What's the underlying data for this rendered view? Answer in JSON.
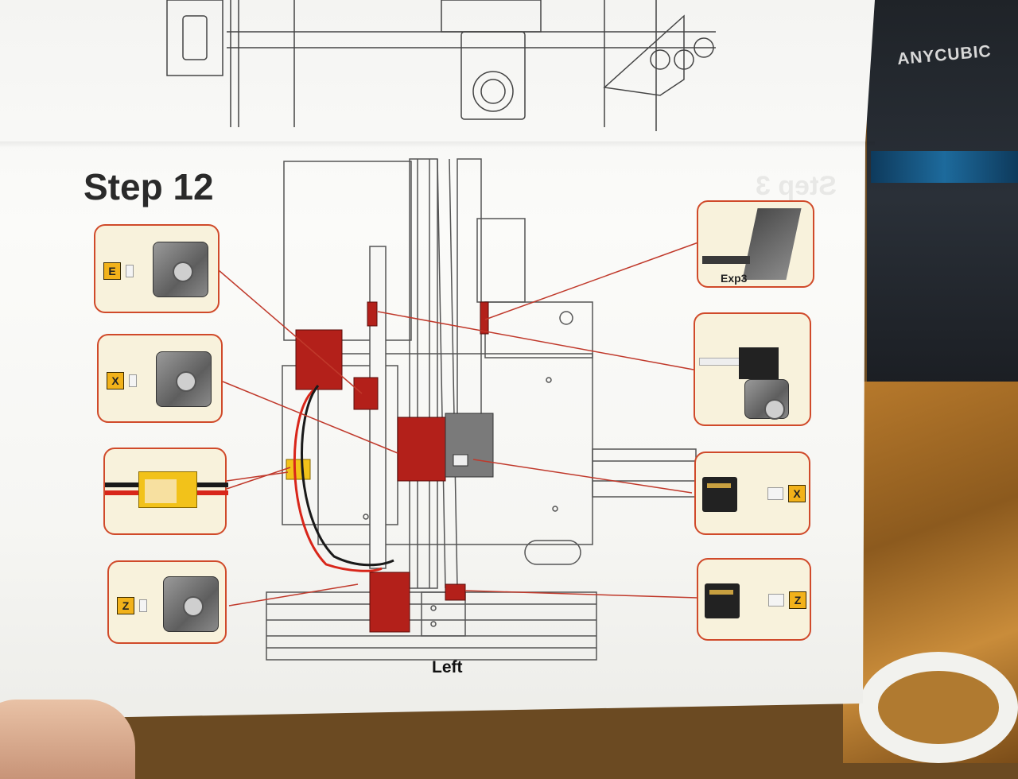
{
  "background": {
    "brand_text": "ANYCUBIC"
  },
  "manual": {
    "step_title": "Step 12",
    "view_label": "Left",
    "left_panels": [
      {
        "tag": "E",
        "part": "extruder-motor"
      },
      {
        "tag": "X",
        "part": "x-axis-motor"
      },
      {
        "tag": "",
        "part": "xt60-power-connector"
      },
      {
        "tag": "Z",
        "part": "z-axis-motor"
      }
    ],
    "right_panels": [
      {
        "caption": "Exp3",
        "part": "display-ribbon-cable"
      },
      {
        "caption": "",
        "part": "hotend-assembly"
      },
      {
        "tag": "X",
        "part": "x-endstop"
      },
      {
        "tag": "Z",
        "part": "z-endstop"
      }
    ],
    "colors": {
      "panel_border": "#d04a2a",
      "panel_fill": "#f8f2dc",
      "tag_fill": "#f2b21a",
      "leader_line": "#c0392b",
      "motor_red": "#b3201a"
    }
  }
}
